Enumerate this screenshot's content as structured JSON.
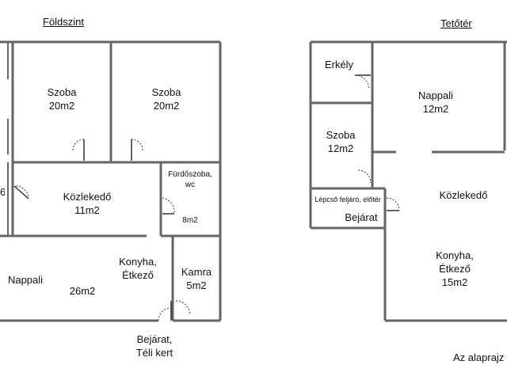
{
  "ground_floor": {
    "title": "Földszint",
    "rooms": [
      {
        "name": "Szoba",
        "area": "20m2"
      },
      {
        "name": "Szoba",
        "area": "20m2"
      },
      {
        "name": "Közlekedő",
        "area": "11m2"
      },
      {
        "name": "Fürdőszoba,",
        "area": "wc"
      },
      {
        "name": "",
        "area": "8m2"
      },
      {
        "name": "Nappali",
        "area": "26m2"
      },
      {
        "name": "Konyha,",
        "area": "Étkező"
      },
      {
        "name": "Kamra",
        "area": "5m2"
      }
    ],
    "left_edge_label": "6",
    "entrance": {
      "line1": "Bejárat,",
      "line2": "Téli kert"
    }
  },
  "attic": {
    "title": "Tetőtér",
    "rooms": [
      {
        "name": "Erkély",
        "area": ""
      },
      {
        "name": "Nappali",
        "area": "12m2"
      },
      {
        "name": "Szoba",
        "area": "12m2"
      },
      {
        "name": "Közlekedő",
        "area": ""
      },
      {
        "name": "Lépcső feljáró, előtér",
        "area": ""
      },
      {
        "name": "Bejárat",
        "area": ""
      },
      {
        "name": "Konyha,",
        "area": "Étkező"
      },
      {
        "name": "",
        "area": "15m2"
      }
    ],
    "footnote": "Az alaprajz"
  }
}
